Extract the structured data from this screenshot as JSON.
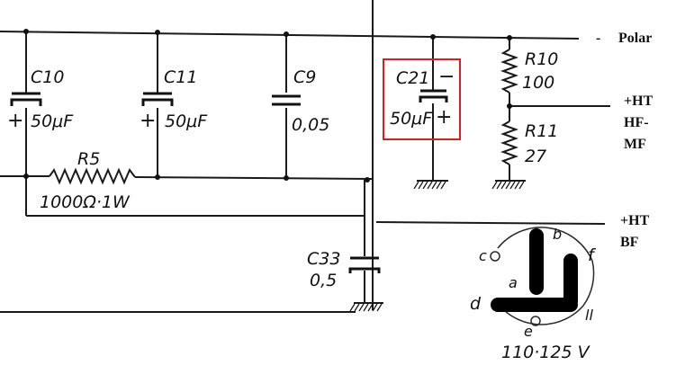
{
  "components": {
    "c10": {
      "name": "C10",
      "value": "50μF",
      "plus": "+"
    },
    "c11": {
      "name": "C11",
      "value": "50μF",
      "plus": "+"
    },
    "c9": {
      "name": "C9",
      "value": "0,05"
    },
    "c21": {
      "name": "C21",
      "value": "50μF",
      "plus": "+",
      "minus": "−"
    },
    "c33": {
      "name": "C33",
      "value": "0,5"
    },
    "r5": {
      "name": "R5",
      "value": "1000Ω·1W"
    },
    "r10": {
      "name": "R10",
      "value": "100"
    },
    "r11": {
      "name": "R11",
      "value": "27"
    }
  },
  "rails": {
    "polar": {
      "dash": "-",
      "label": "Polar"
    },
    "ht_hf_mf": {
      "line1": "+HT",
      "line2": "HF-",
      "line3": "MF"
    },
    "ht_bf": {
      "line1": "+HT",
      "line2": "BF"
    }
  },
  "plug": {
    "pins": {
      "a": "a",
      "b": "b",
      "c": "c",
      "d": "d",
      "e": "e",
      "f": "f",
      "g": "ll"
    },
    "voltage": "110·125 V"
  },
  "colors": {
    "ink": "#111111",
    "highlight": "#d42020",
    "background": "#ffffff"
  }
}
